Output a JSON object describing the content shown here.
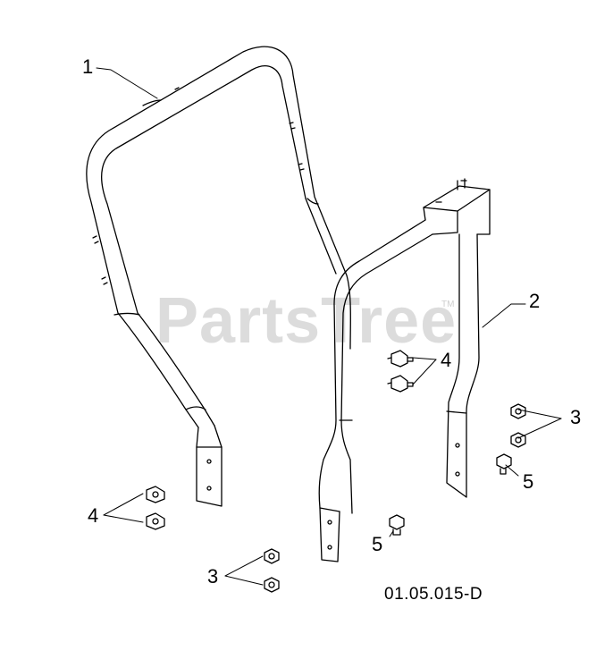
{
  "watermark": {
    "text": "PartsTree",
    "trademark": "TM"
  },
  "diagram_code": "01.05.015-D",
  "callouts": [
    {
      "id": "callout-1-upper-handle",
      "text": "1"
    },
    {
      "id": "callout-2-lower-handle",
      "text": "2"
    },
    {
      "id": "callout-3-right",
      "text": "3"
    },
    {
      "id": "callout-4-center",
      "text": "4"
    },
    {
      "id": "callout-5-right",
      "text": "5"
    },
    {
      "id": "callout-4-left",
      "text": "4"
    },
    {
      "id": "callout-5-bottom",
      "text": "5"
    },
    {
      "id": "callout-3-bottom",
      "text": "3"
    }
  ],
  "colors": {
    "line": "#000000",
    "background": "#ffffff",
    "watermark": "#d6d6d6"
  }
}
